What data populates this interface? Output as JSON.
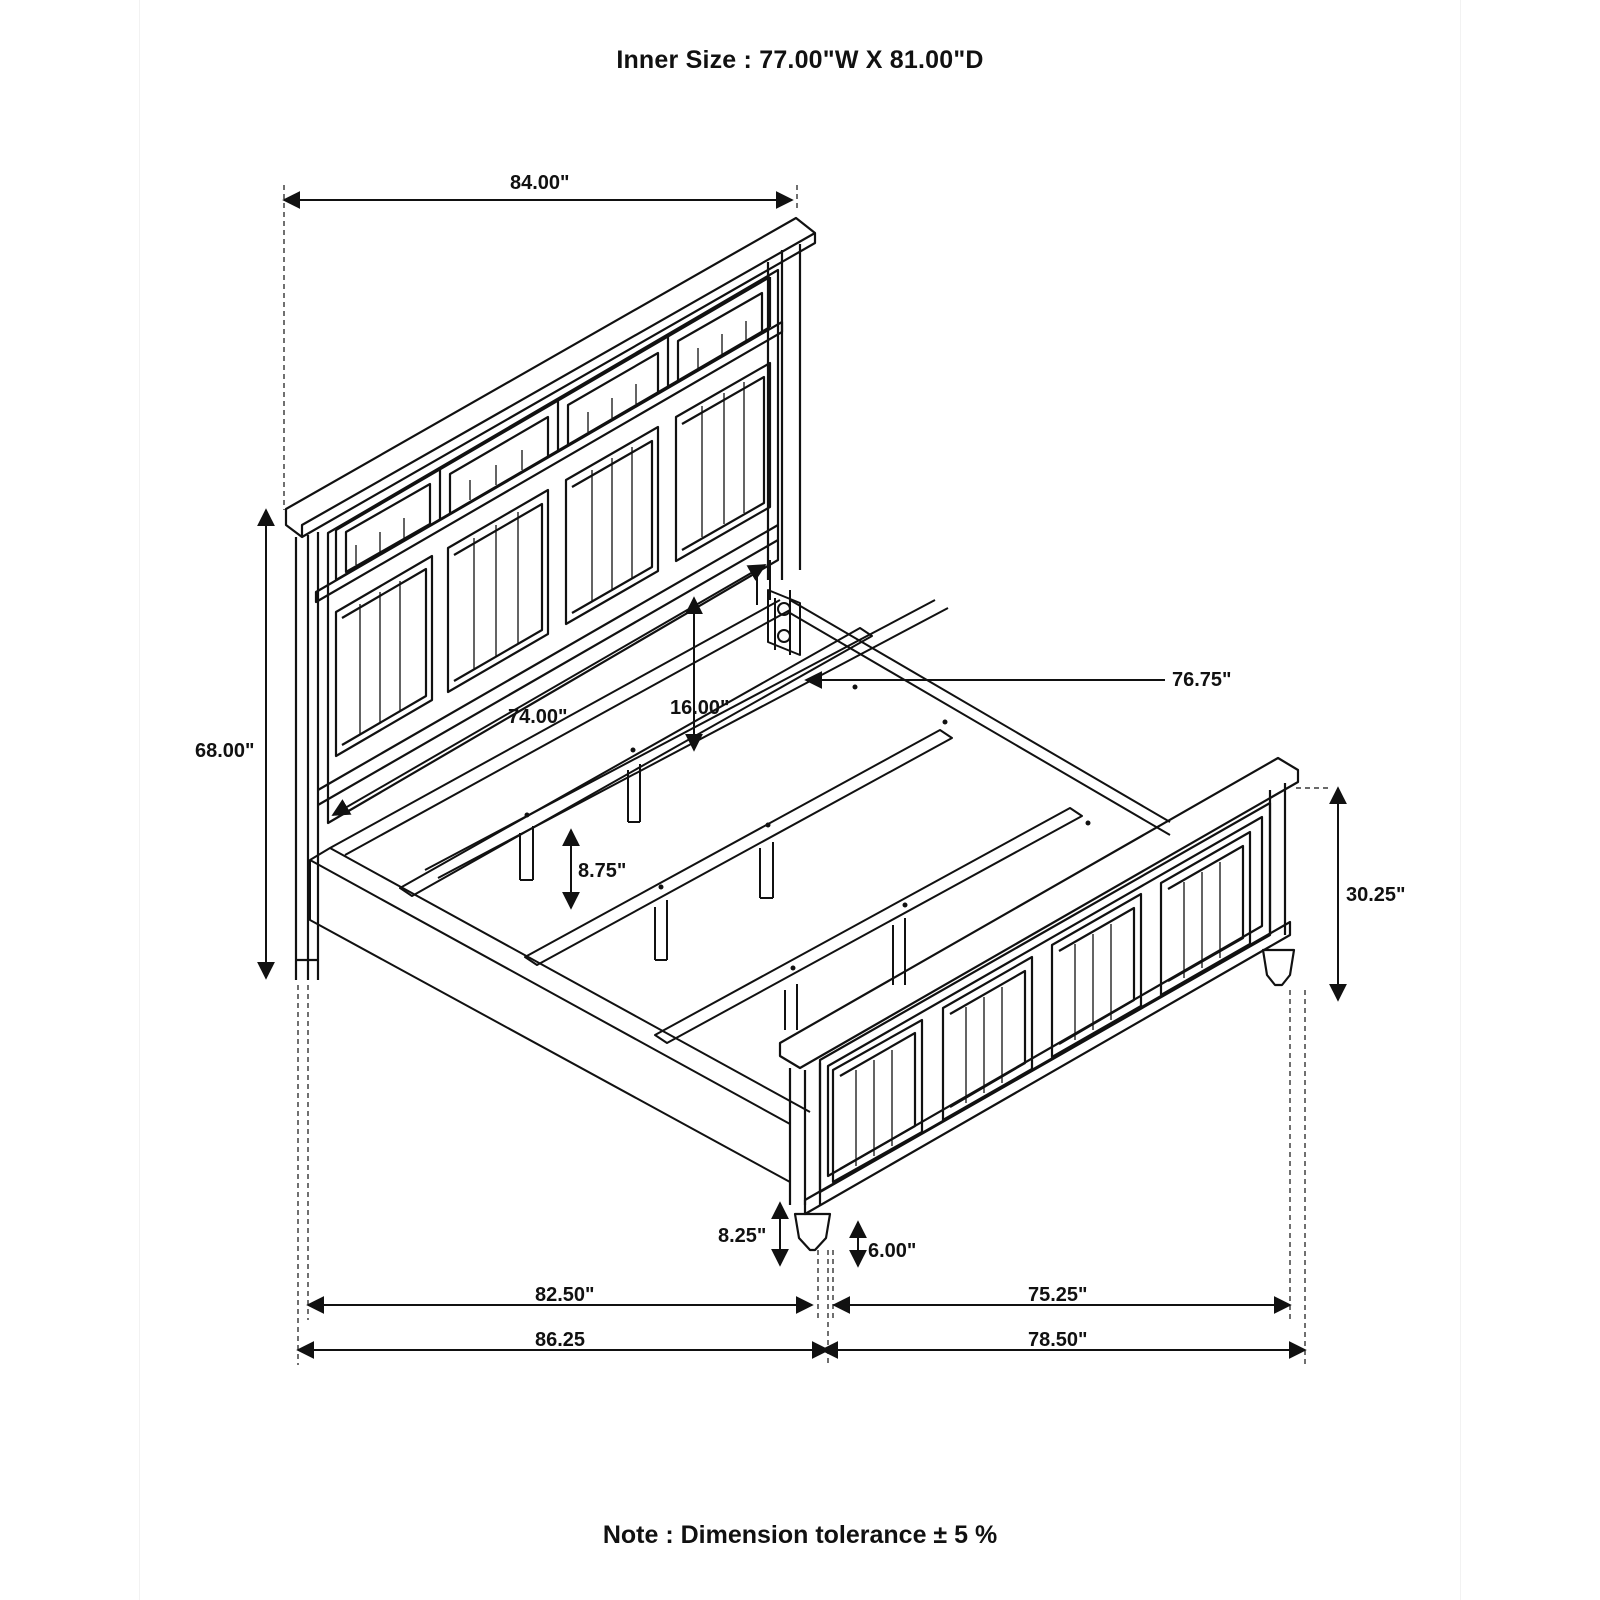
{
  "header": {
    "inner_size": "Inner Size : 77.00\"W X 81.00\"D"
  },
  "dimensions": {
    "headboard_width": "84.00\"",
    "headboard_height": "68.00\"",
    "inner_rail_width": "74.00\"",
    "headboard_panel_gap": "16.00\"",
    "side_rail_length": "76.75\"",
    "rail_clearance": "8.75\"",
    "footboard_height": "30.25\"",
    "rail_height_from_floor": "8.25\"",
    "footboard_leg_height": "6.00\"",
    "length_inner": "82.50\"",
    "width_inner": "75.25\"",
    "length_overall": "86.25",
    "width_overall": "78.50\""
  },
  "footer": {
    "note": "Note : Dimension tolerance ± 5 %"
  },
  "colors": {
    "line": "#111111",
    "background": "#ffffff"
  }
}
